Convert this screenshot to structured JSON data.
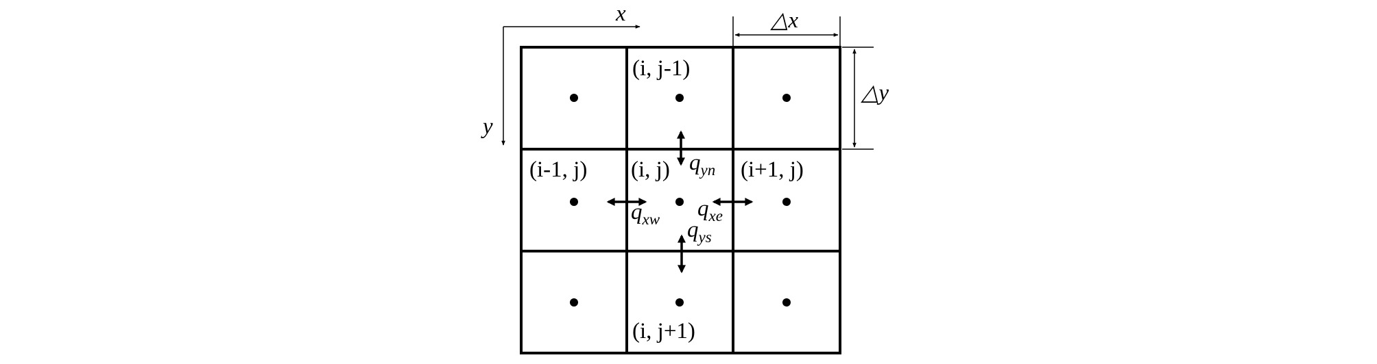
{
  "axes": {
    "x_label": "x",
    "y_label": "y"
  },
  "dimensions": {
    "dx_label": "△x",
    "dy_label": "△y"
  },
  "cells": {
    "north": "(i, j-1)",
    "west": "(i-1, j)",
    "center": "(i, j)",
    "east": "(i+1, j)",
    "south": "(i, j+1)"
  },
  "fluxes": {
    "yn": {
      "base": "q",
      "sub": "yn"
    },
    "xw": {
      "base": "q",
      "sub": "xw"
    },
    "xe": {
      "base": "q",
      "sub": "xe"
    },
    "ys": {
      "base": "q",
      "sub": "ys"
    }
  },
  "colors": {
    "line": "#000000",
    "background": "#ffffff"
  }
}
